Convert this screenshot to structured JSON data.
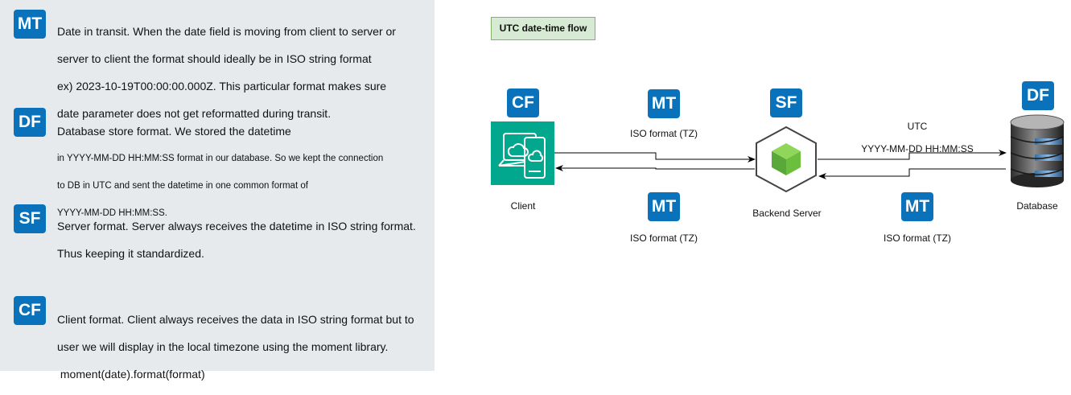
{
  "legend": [
    {
      "badge": "MT",
      "lines": [
        "Date in transit. When the date field is moving from client to server or",
        "server to client the format should ideally be in ISO string format",
        "ex) 2023-10-19T00:00:00.000Z. This particular format makes sure",
        "date parameter does not get reformatted during transit."
      ]
    },
    {
      "badge": "DF",
      "line1": "Database store format. We stored the datetime",
      "small_lines": [
        "in YYYY-MM-DD HH:MM:SS format in our database. So we kept the connection",
        "to DB in UTC and sent the datetime in one common format of",
        "YYYY-MM-DD HH:MM:SS."
      ]
    },
    {
      "badge": "SF",
      "lines": [
        "Server format. Server always receives the datetime in ISO string format.",
        "Thus keeping it standardized."
      ]
    },
    {
      "badge": "CF",
      "lines": [
        "Client format. Client always receives the data in ISO string format but to",
        "user we will display in the local timezone using the moment library.",
        " moment(date).format(format)"
      ]
    }
  ],
  "diagram": {
    "title": "UTC date-time flow",
    "nodes": {
      "client": {
        "badge": "CF",
        "label": "Client"
      },
      "server": {
        "badge": "SF",
        "label": "Backend Server"
      },
      "database": {
        "badge": "DF",
        "label": "Database"
      }
    },
    "edges": {
      "client_to_server": {
        "badge": "MT",
        "label": "ISO format (TZ)"
      },
      "server_to_client": {
        "badge": "MT",
        "label": "ISO format (TZ)"
      },
      "server_to_db": {
        "label_line1": "UTC",
        "label_line2": "YYYY-MM-DD HH:MM:SS"
      },
      "db_to_server": {
        "badge": "MT",
        "label": "ISO format (TZ)"
      }
    }
  },
  "colors": {
    "badge": "#0a72ba",
    "legend_bg": "#e6eaed",
    "client_icon": "#01a88d",
    "server_cube": "#6cbf3d",
    "title_fill": "#d7ead3",
    "title_border": "#82b366"
  }
}
